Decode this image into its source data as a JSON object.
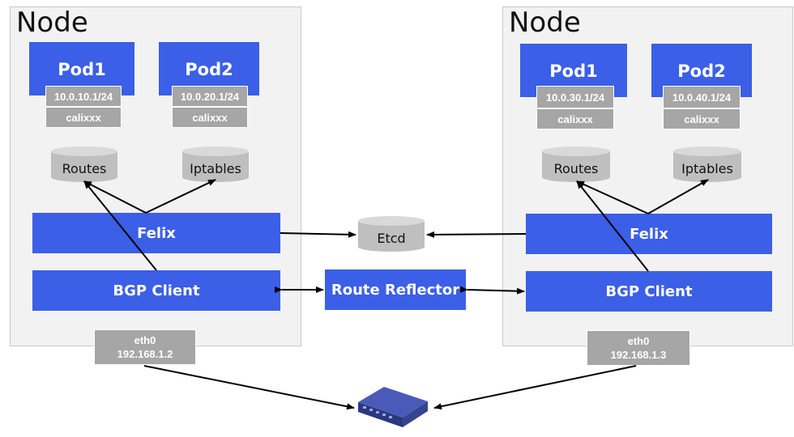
{
  "nodes": [
    {
      "title": "Node",
      "pods": [
        {
          "name": "Pod1",
          "ip": "10.0.10.1/24",
          "iface": "calixxx"
        },
        {
          "name": "Pod2",
          "ip": "10.0.20.1/24",
          "iface": "calixxx"
        }
      ],
      "routes": "Routes",
      "iptables": "Iptables",
      "felix": "Felix",
      "bgp_client": "BGP Client",
      "eth": {
        "name": "eth0",
        "ip": "192.168.1.2"
      }
    },
    {
      "title": "Node",
      "pods": [
        {
          "name": "Pod1",
          "ip": "10.0.30.1/24",
          "iface": "calixxx"
        },
        {
          "name": "Pod2",
          "ip": "10.0.40.1/24",
          "iface": "calixxx"
        }
      ],
      "routes": "Routes",
      "iptables": "Iptables",
      "felix": "Felix",
      "bgp_client": "BGP Client",
      "eth": {
        "name": "eth0",
        "ip": "192.168.1.3"
      }
    }
  ],
  "etcd": "Etcd",
  "route_reflector": "Route Reflector",
  "colors": {
    "accent": "#3b5fe6",
    "gray_label": "#a6a6a6",
    "panel": "#f2f2f2",
    "switch": "#3d4a9c"
  },
  "icons": {
    "switch": "network-switch-icon",
    "store": "database-cylinder-icon"
  }
}
